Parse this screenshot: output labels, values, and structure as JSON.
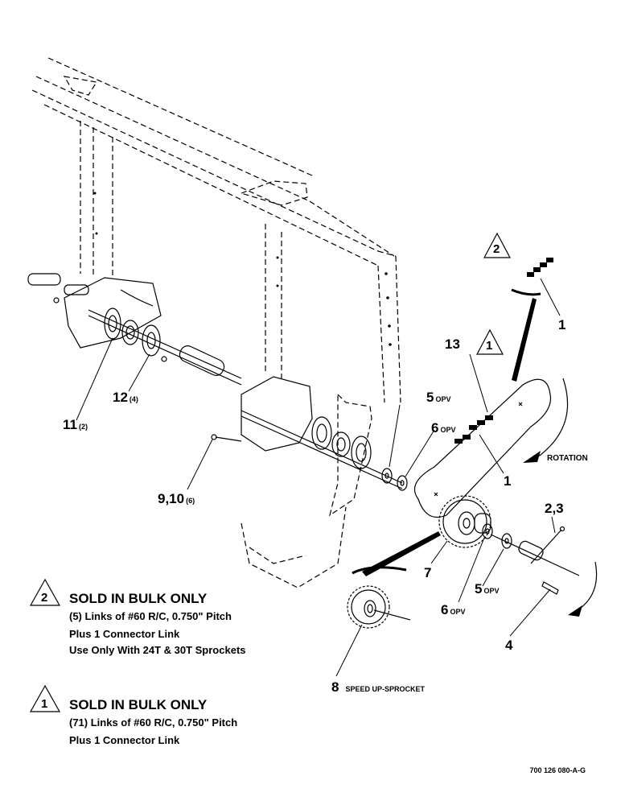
{
  "callouts": {
    "c1": "1",
    "c1b": "1",
    "c13": "13",
    "c5a": "5",
    "c5a_sub": "OPV",
    "c6a": "6",
    "c6a_sub": "OPV",
    "c23": "2,3",
    "c7": "7",
    "c5b": "5",
    "c5b_sub": "OPV",
    "c6b": "6",
    "c6b_sub": "OPV",
    "c4": "4",
    "c8": "8",
    "c8_sub": "SPEED UP-SPROCKET",
    "c11": "11",
    "c11_sub": "(2)",
    "c12": "12",
    "c12_sub": "(4)",
    "c910": "9,10",
    "c910_sub": "(6)",
    "rotation": "ROTATION"
  },
  "symbols": {
    "tri2": "2",
    "tri1": "1",
    "note2_tri": "2",
    "note1_tri": "1"
  },
  "notes": {
    "note2": {
      "title": "SOLD IN BULK ONLY",
      "lines": [
        "(5) Links of #60 R/C, 0.750\" Pitch",
        "Plus 1 Connector Link",
        "Use Only With 24T & 30T Sprockets"
      ]
    },
    "note1": {
      "title": "SOLD IN BULK ONLY",
      "lines": [
        "(71) Links of #60 R/C, 0.750\" Pitch",
        "Plus 1 Connector Link"
      ]
    }
  },
  "drawing_code": "700 126 080-A-G"
}
